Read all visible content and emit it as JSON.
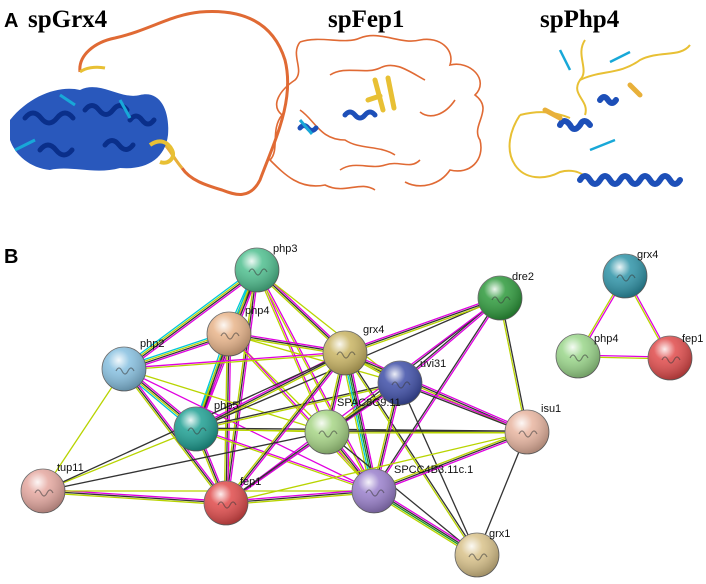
{
  "panel_a": {
    "letter": "A",
    "structures": [
      {
        "title": "spGrx4"
      },
      {
        "title": "spFep1"
      },
      {
        "title": "spPhp4"
      }
    ]
  },
  "panel_b": {
    "letter": "B",
    "network": {
      "nodes": [
        {
          "id": "php3",
          "label": "php3",
          "color": "#4fbf8f"
        },
        {
          "id": "dre2",
          "label": "dre2",
          "color": "#2e9a3c"
        },
        {
          "id": "php4",
          "label": "php4",
          "color": "#e8b48a"
        },
        {
          "id": "grx4",
          "label": "grx4",
          "color": "#c9b463"
        },
        {
          "id": "php2",
          "label": "php2",
          "color": "#87c0e0"
        },
        {
          "id": "uvi31",
          "label": "uvi31",
          "color": "#3f4fa8"
        },
        {
          "id": "php5",
          "label": "php5",
          "color": "#1fa093"
        },
        {
          "id": "spac8c9",
          "label": "SPAC8C9.11",
          "color": "#a7d586"
        },
        {
          "id": "isu1",
          "label": "isu1",
          "color": "#e8b5a0"
        },
        {
          "id": "tup11",
          "label": "tup11",
          "color": "#e5a8a0"
        },
        {
          "id": "fep1",
          "label": "fep1",
          "color": "#e04b4b"
        },
        {
          "id": "spcc4b3",
          "label": "SPCC4B3.11c.1",
          "color": "#9a80cc"
        },
        {
          "id": "grx1",
          "label": "grx1",
          "color": "#d9c28a"
        }
      ]
    },
    "small_network": {
      "nodes": [
        {
          "id": "s_grx4",
          "label": "grx4",
          "color": "#2f94a8"
        },
        {
          "id": "s_php4",
          "label": "php4",
          "color": "#9ad68a"
        },
        {
          "id": "s_fep1",
          "label": "fep1",
          "color": "#e04b4b"
        }
      ]
    },
    "edge_colors": {
      "magenta": "#e000e0",
      "black": "#333333",
      "yellow_green": "#b8d400",
      "cyan": "#00c8d8",
      "green": "#1ea01e",
      "blue": "#3060e0"
    }
  }
}
